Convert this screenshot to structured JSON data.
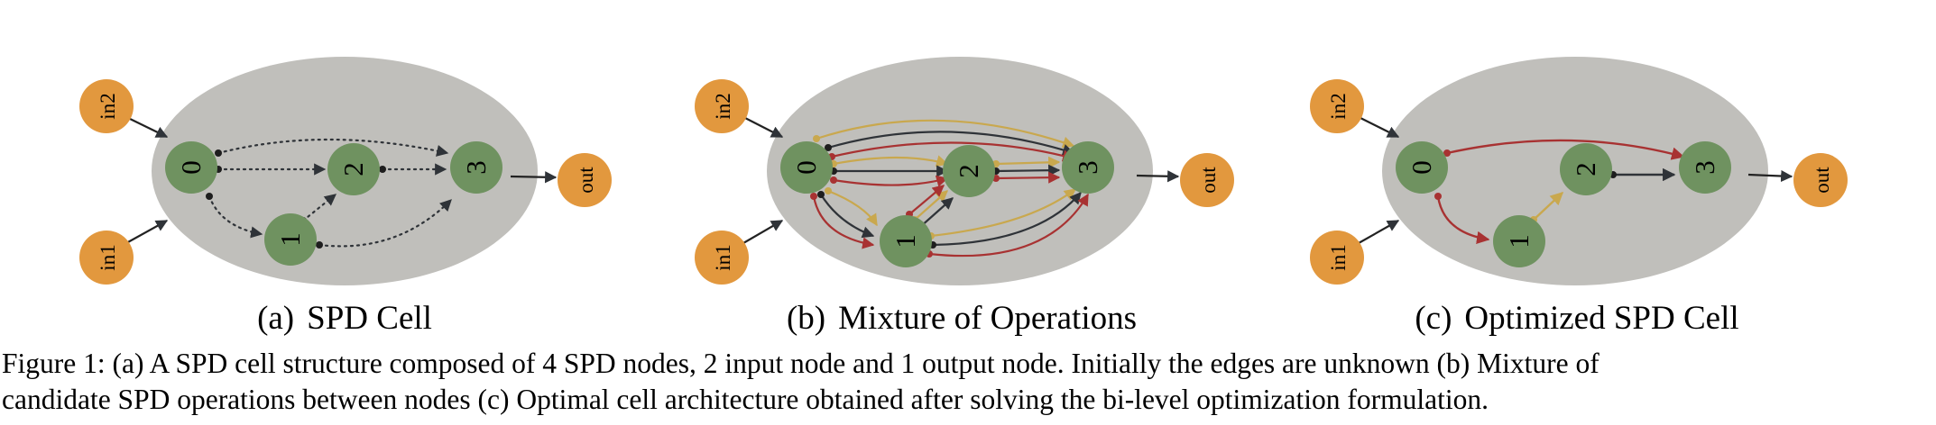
{
  "panels": [
    {
      "id": "a",
      "label": "(a)",
      "title": "SPD Cell",
      "nodes": {
        "in2": "in2",
        "in1": "in1",
        "n0": "0",
        "n1": "1",
        "n2": "2",
        "n3": "3",
        "out": "out"
      }
    },
    {
      "id": "b",
      "label": "(b)",
      "title": "Mixture of Operations",
      "nodes": {
        "in2": "in2",
        "in1": "in1",
        "n0": "0",
        "n1": "1",
        "n2": "2",
        "n3": "3",
        "out": "out"
      }
    },
    {
      "id": "c",
      "label": "(c)",
      "title": "Optimized SPD Cell",
      "nodes": {
        "in2": "in2",
        "in1": "in1",
        "n0": "0",
        "n1": "1",
        "n2": "2",
        "n3": "3",
        "out": "out"
      }
    }
  ],
  "caption": {
    "line1": "Figure 1: (a) A SPD cell structure composed of 4 SPD nodes, 2 input node and 1 output node. Initially the edges are unknown (b) Mixture of",
    "line2": "candidate SPD operations between nodes (c) Optimal cell architecture obtained after solving the bi-level optimization formulation."
  },
  "colors": {
    "cell_background": "#c0bfbb",
    "spd_node": "#6f9260",
    "io_node": "#e2983e",
    "edge_dark": "#2f3338",
    "edge_red": "#a83232",
    "edge_yellow": "#c9a84e"
  }
}
